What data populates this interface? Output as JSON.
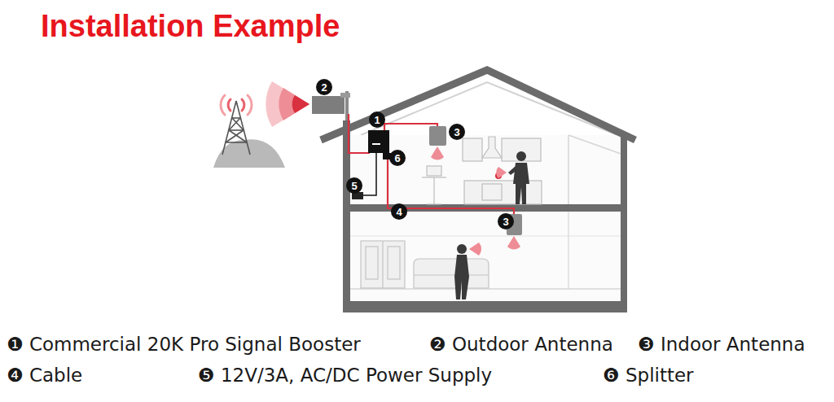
{
  "diagram": {
    "title": "Installation Example",
    "nodes": [
      {
        "text": [
          "2"
        ]
      },
      {
        "text": [
          "1"
        ]
      },
      {
        "text": [
          "3"
        ]
      },
      {
        "text": [
          "6"
        ]
      },
      {
        "text": [
          "5"
        ]
      },
      {
        "text": [
          "4"
        ]
      },
      {
        "text": [
          "3"
        ]
      }
    ],
    "labels": [
      "❶ Commercial 20K Pro Signal Booster",
      "❷ Outdoor Antenna",
      "❸ Indoor Antenna",
      "❹ Cable",
      "❺ 12V/3A, AC/DC Power Supply",
      "❻ Splitter"
    ]
  }
}
